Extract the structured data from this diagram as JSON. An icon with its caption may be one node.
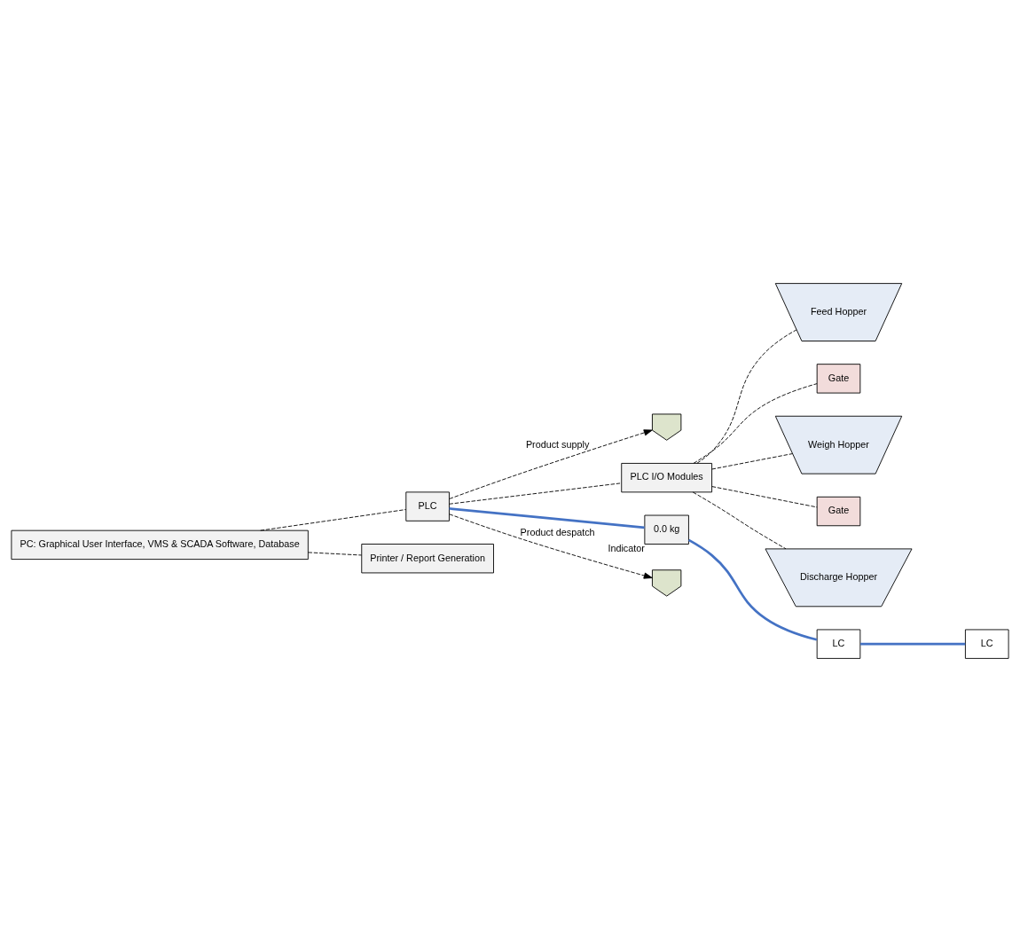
{
  "diagram": {
    "nodes": [
      {
        "text": [],
        "shape": "arrow"
      },
      {
        "text": [
          "PLC I/O Modules"
        ]
      },
      {
        "text": [
          "Feed Hopper"
        ]
      },
      {
        "text": [
          "Gate"
        ]
      },
      {
        "text": [
          "PC: Graphical User Interface, VMS & SCADA Software, Database"
        ]
      },
      {
        "text": [
          "PLC"
        ]
      },
      {
        "text": [
          "0.0 kg"
        ],
        "beside": [
          "Indicator"
        ]
      },
      {
        "text": [
          "LC"
        ]
      },
      {
        "text": [
          "Weigh Hopper"
        ]
      },
      {
        "text": [
          "LC"
        ]
      },
      {
        "text": [
          "Gate"
        ]
      },
      {
        "text": [
          "Printer / Report Generation"
        ]
      },
      {
        "text": [
          "Discharge Hopper"
        ]
      },
      {
        "text": [],
        "shape": "arrow"
      }
    ],
    "edges": [
      {
        "from": 4,
        "to": 5,
        "arrow": "none",
        "style": "dashed"
      },
      {
        "from": 4,
        "to": 11,
        "arrow": "none",
        "style": "dashed"
      },
      {
        "from": 5,
        "to": 1,
        "arrow": "none",
        "style": "dashed"
      },
      {
        "from": 5,
        "to": 6,
        "arrow": "none",
        "style": "thick",
        "color": "#4472c4"
      },
      {
        "from": 6,
        "to": 7,
        "arrow": "none",
        "style": "thick",
        "color": "#4472c4"
      },
      {
        "from": 7,
        "to": 9,
        "arrow": "none",
        "style": "thick",
        "color": "#4472c4"
      },
      {
        "from": 1,
        "to": 2,
        "arrow": "none",
        "style": "dashed"
      },
      {
        "from": 1,
        "to": 3,
        "arrow": "none",
        "style": "dashed"
      },
      {
        "from": 1,
        "to": 8,
        "arrow": "none",
        "style": "dashed"
      },
      {
        "from": 1,
        "to": 10,
        "arrow": "none",
        "style": "dashed"
      },
      {
        "from": 1,
        "to": 12,
        "arrow": "none",
        "style": "dashed"
      },
      {
        "from": 5,
        "to": 0,
        "arrow": "to",
        "style": "dashed",
        "label": "Product supply"
      },
      {
        "from": 5,
        "to": 13,
        "arrow": "to",
        "style": "dashed",
        "label": "Product despatch"
      }
    ]
  }
}
